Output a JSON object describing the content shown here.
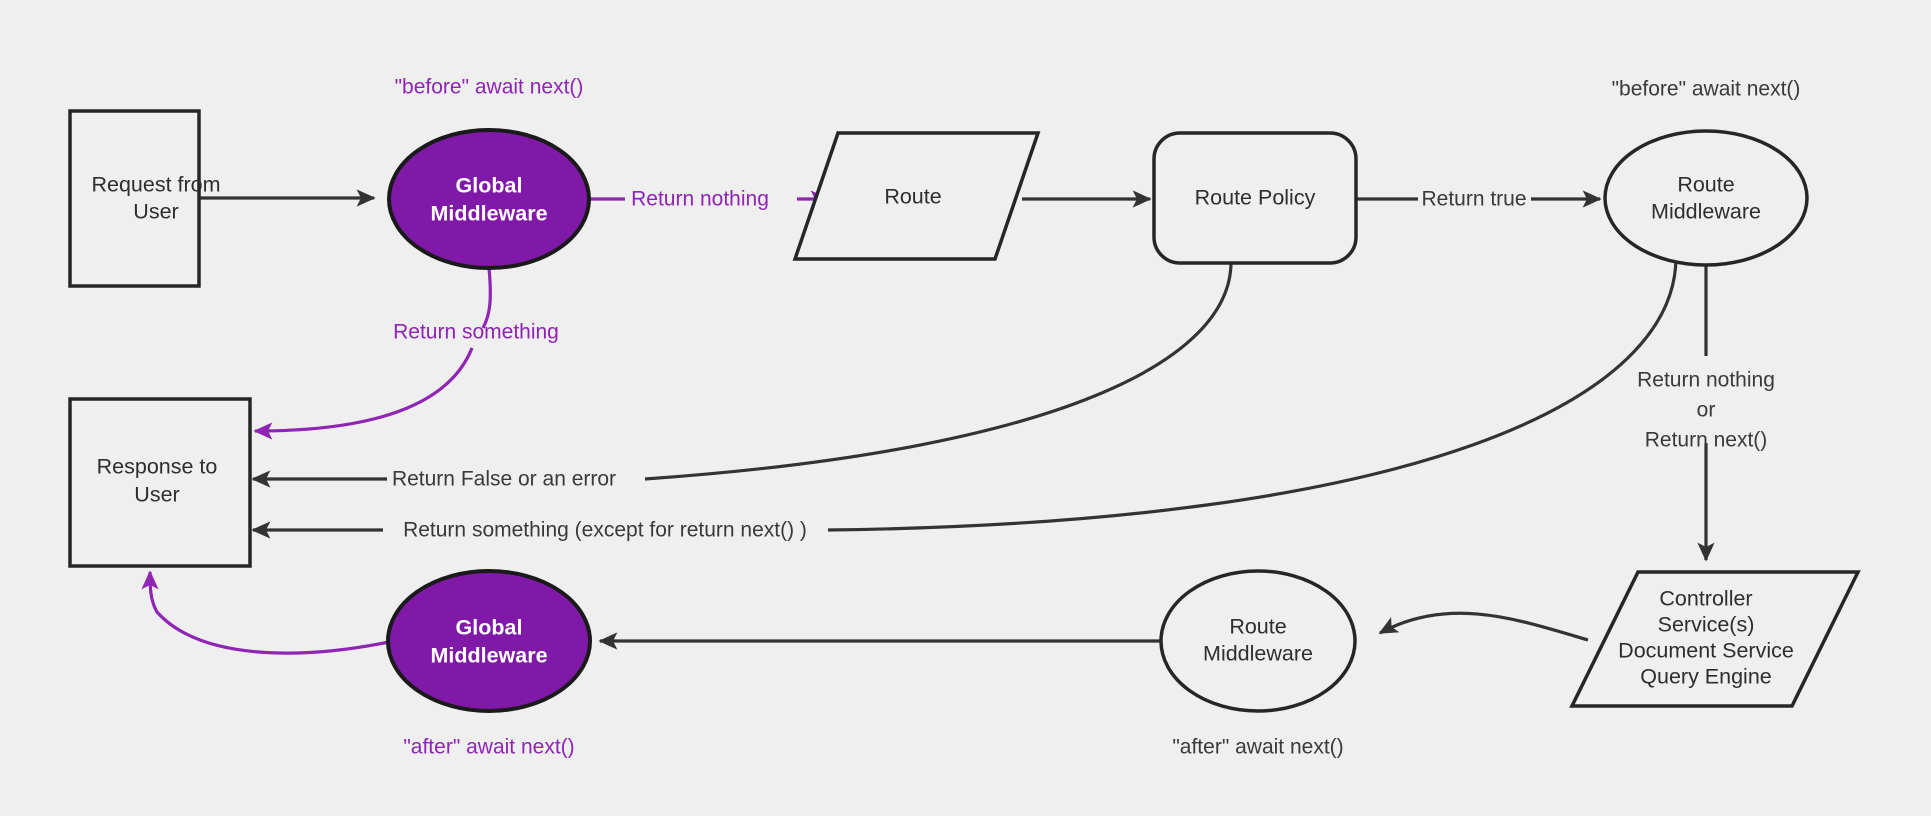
{
  "diagram": {
    "title": "Request lifecycle middleware flow",
    "background_color": "#efefef",
    "accent_color": "#8019a8",
    "line_color": "#333333",
    "nodes": {
      "request": {
        "line1": "Request from",
        "line2": "User",
        "shape": "rectangle"
      },
      "global_mw_top": {
        "line1": "Global",
        "line2": "Middleware",
        "shape": "ellipse"
      },
      "route": {
        "line1": "Route",
        "shape": "parallelogram"
      },
      "route_policy": {
        "line1": "Route Policy",
        "shape": "rounded-rectangle"
      },
      "route_mw_top": {
        "line1": "Route",
        "line2": "Middleware",
        "shape": "ellipse"
      },
      "controller": {
        "line1": "Controller",
        "line2": "Service(s)",
        "line3": "Document Service",
        "line4": "Query Engine",
        "shape": "parallelogram"
      },
      "route_mw_bottom": {
        "line1": "Route",
        "line2": "Middleware",
        "shape": "ellipse"
      },
      "global_mw_bottom": {
        "line1": "Global",
        "line2": "Middleware",
        "shape": "ellipse"
      },
      "response": {
        "line1": "Response to",
        "line2": "User",
        "shape": "rectangle"
      }
    },
    "annotations": {
      "before_global": "\"before\" await next()",
      "before_route_mw": "\"before\" await next()",
      "after_global": "\"after\" await next()",
      "after_route_mw": "\"after\" await next()"
    },
    "edge_labels": {
      "return_nothing": "Return nothing",
      "return_something": "Return something",
      "return_true": "Return true",
      "return_nothing_or_1": "Return nothing",
      "return_nothing_or_2": "or",
      "return_nothing_or_3": "Return next()",
      "return_false_or_error": "Return False or an error",
      "return_something_except": "Return something (except for return next() )"
    }
  }
}
